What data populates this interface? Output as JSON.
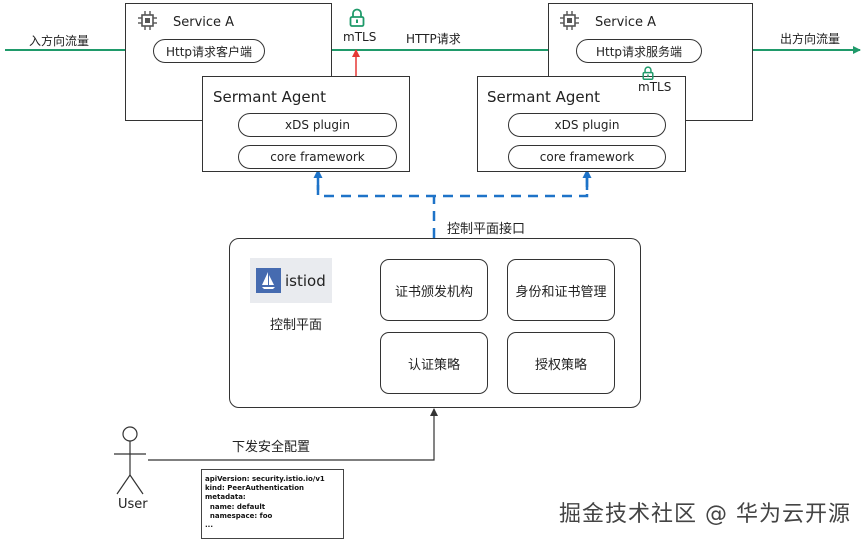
{
  "traffic": {
    "ingress_label": "入方向流量",
    "egress_label": "出方向流量",
    "http_request_label": "HTTP请求",
    "color_traffic": "#1f9a6a",
    "color_mtls": "#e53935",
    "color_control": "#1e73c8"
  },
  "left_service": {
    "title": "Service A",
    "client": "Http请求客户端",
    "mtls": "mTLS",
    "agent": {
      "title": "Sermant Agent",
      "plugin": "xDS plugin",
      "framework": "core framework"
    }
  },
  "right_service": {
    "title": "Service A",
    "server": "Http请求服务端",
    "mtls": "mTLS",
    "agent": {
      "title": "Sermant Agent",
      "plugin": "xDS plugin",
      "framework": "core framework"
    }
  },
  "control_plane": {
    "interface_label": "控制平面接口",
    "logo_text": "istiod",
    "caption": "控制平面",
    "cells": [
      "证书颁发机构",
      "身份和证书管理",
      "认证策略",
      "授权策略"
    ]
  },
  "user": {
    "label": "User",
    "action": "下发安全配置"
  },
  "policy_yaml": {
    "lines": [
      "apiVersion: security.istio.io/v1",
      "kind: PeerAuthentication",
      "metadata:",
      "  name: default",
      "  namespace: foo",
      "..."
    ]
  },
  "watermark": "掘金技术社区 @ 华为云开源"
}
